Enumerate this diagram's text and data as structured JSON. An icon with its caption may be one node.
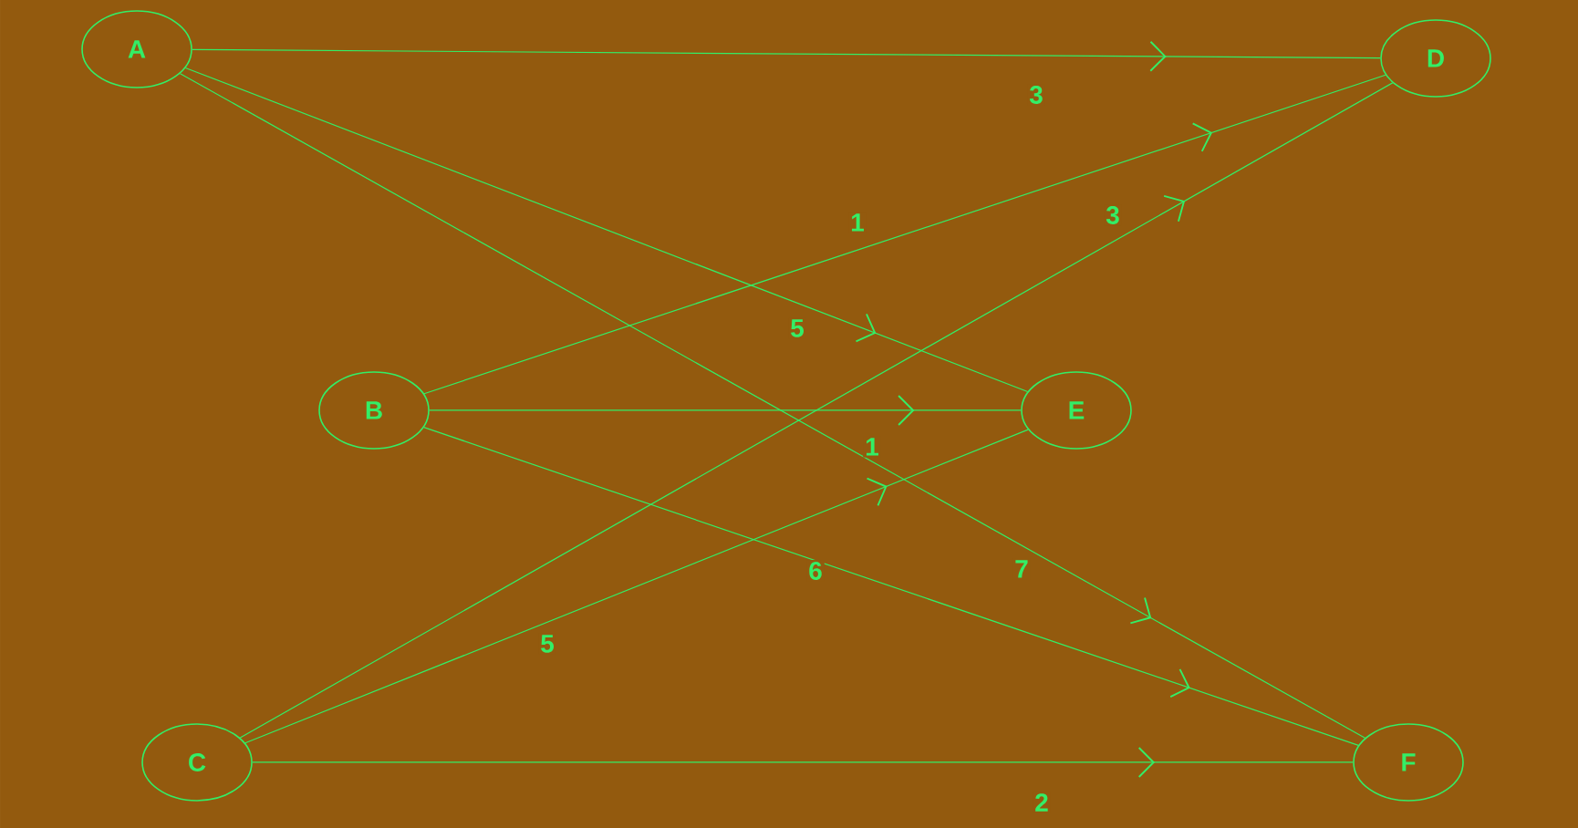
{
  "diagram": {
    "nodes": [
      {
        "text": [
          "A"
        ]
      },
      {
        "text": [
          "B"
        ]
      },
      {
        "text": [
          "C"
        ]
      },
      {
        "text": [
          "D"
        ]
      },
      {
        "text": [
          "E"
        ]
      },
      {
        "text": [
          "F"
        ]
      }
    ],
    "edges": [
      {
        "from": 0,
        "to": 3,
        "arrow": "to",
        "label": "3"
      },
      {
        "from": 0,
        "to": 4,
        "arrow": "to",
        "label": "5"
      },
      {
        "from": 0,
        "to": 5,
        "arrow": "to",
        "label": "7"
      },
      {
        "from": 1,
        "to": 3,
        "arrow": "to",
        "label": "1"
      },
      {
        "from": 1,
        "to": 4,
        "arrow": "to",
        "label": "1"
      },
      {
        "from": 1,
        "to": 5,
        "arrow": "to",
        "label": "6"
      },
      {
        "from": 2,
        "to": 3,
        "arrow": "to",
        "label": "3"
      },
      {
        "from": 2,
        "to": 4,
        "arrow": "to",
        "label": "5"
      },
      {
        "from": 2,
        "to": 5,
        "arrow": "to",
        "label": "2"
      }
    ]
  }
}
